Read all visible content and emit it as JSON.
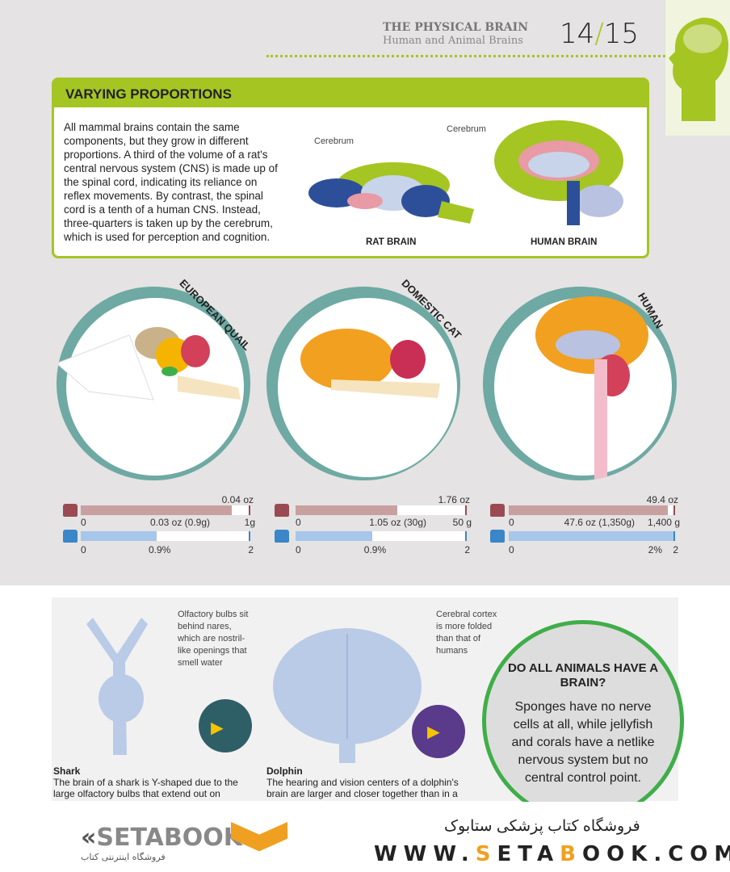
{
  "header": {
    "section": "THE PHYSICAL BRAIN",
    "subtitle": "Human and Animal Brains",
    "page_left": "14",
    "page_sep": "/",
    "page_right": "15"
  },
  "box": {
    "title": "VARYING PROPORTIONS",
    "text": "All mammal brains contain the same components, but they grow in different proportions. A third of the volume of a rat's central nervous system (CNS) is made up of the spinal cord, indicating its reliance on reflex movements. By contrast, the spinal cord is a tenth of a human CNS. Instead, three-quarters is taken up by the cerebrum, which is used for perception and cognition.",
    "rat_label": "Cerebrum",
    "human_label": "Cerebrum",
    "rat_caption": "RAT BRAIN",
    "human_caption": "HUMAN BRAIN"
  },
  "animals": [
    {
      "name": "EUROPEAN QUAIL",
      "weight_max_oz": "0.04 oz",
      "weight_val": "0.03 oz (0.9g)",
      "weight_zero": "0",
      "weight_end": "1g",
      "weight_fill": 0.9,
      "pct_zero": "0",
      "pct_val": "0.9%",
      "pct_end": "2",
      "pct_fill": 0.45
    },
    {
      "name": "DOMESTIC CAT",
      "weight_max_oz": "1.76 oz",
      "weight_val": "1.05 oz (30g)",
      "weight_zero": "0",
      "weight_end": "50 g",
      "weight_fill": 0.6,
      "pct_zero": "0",
      "pct_val": "0.9%",
      "pct_end": "2",
      "pct_fill": 0.45
    },
    {
      "name": "HUMAN",
      "weight_max_oz": "49.4 oz",
      "weight_val": "47.6 oz (1,350g)",
      "weight_zero": "0",
      "weight_end": "1,400 g",
      "weight_fill": 0.964,
      "pct_zero": "0",
      "pct_val": "2%",
      "pct_end": "2",
      "pct_fill": 1.0
    }
  ],
  "shark": {
    "note": "Olfactory bulbs sit behind nares, which are nostril-like openings that smell water",
    "title": "Shark",
    "text": "The brain of a shark is Y-shaped due to the large olfactory bulbs that extend out on"
  },
  "dolphin": {
    "note": "Cerebral cortex is more folded than that of humans",
    "title": "Dolphin",
    "text": "The hearing and vision centers of a dolphin's brain are larger and closer together than in a"
  },
  "callout": {
    "title": "DO ALL ANIMALS HAVE A BRAIN?",
    "text": "Sponges have no nerve cells at all, while jellyfish and corals have a netlike nervous system but no central control point."
  },
  "watermark": {
    "fa": "فروشگاه کتاب پزشکی ستابوک",
    "url_a": "WWW.",
    "url_s": "S",
    "url_b": "ETA",
    "url_o": "B",
    "url_c": "OOK.COM",
    "logo_sub": "فروشگاه اینترنتی کتاب"
  },
  "colors": {
    "green": "#a5c522",
    "teal": "#6ea9a3",
    "weight": "#c9a0a0",
    "pct": "#a7c7ea"
  }
}
